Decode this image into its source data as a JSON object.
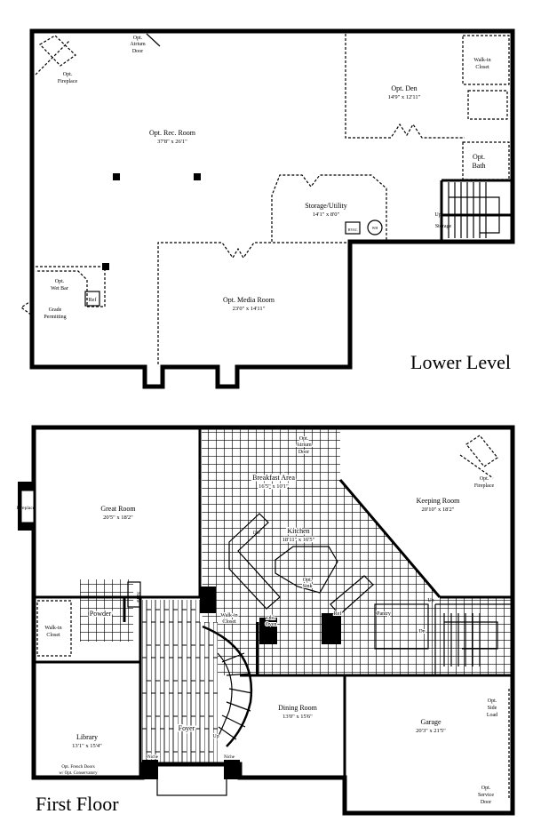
{
  "lower_level": {
    "title": "Lower Level",
    "rooms": [
      {
        "name": "Opt. Rec. Room",
        "dims": "37'8\" x 26'1\""
      },
      {
        "name": "Opt. Den",
        "dims": "14'9\" x 12'11\""
      },
      {
        "name": "Storage/Utility",
        "dims": "14'1\" x 8'0\""
      },
      {
        "name": "Opt. Media Room",
        "dims": "23'0\" x 14'11\""
      }
    ],
    "labels": {
      "atrium_door": [
        "Opt.",
        "Atrium",
        "Door"
      ],
      "fireplace": [
        "Opt.",
        "Fireplace"
      ],
      "walkin_closet": [
        "Walk-in",
        "Closet"
      ],
      "bath": [
        "Opt.",
        "Bath"
      ],
      "up": "Up",
      "storage": "Storage",
      "hvac": "HVAC",
      "wh": "WH",
      "wet_bar": [
        "Opt.",
        "Wet Bar"
      ],
      "ref": "Ref",
      "grade": [
        "Grade",
        "Permitting"
      ]
    }
  },
  "first_floor": {
    "title": "First Floor",
    "rooms": [
      {
        "name": "Great Room",
        "dims": "20'5\" x 18'2\""
      },
      {
        "name": "Breakfast Area",
        "dims": "16'5\" x 10'1\""
      },
      {
        "name": "Keeping Room",
        "dims": "20'10\" x 18'2\""
      },
      {
        "name": "Kitchen",
        "dims": "18'11\" x 16'5\""
      },
      {
        "name": "Library",
        "dims": "13'1\" x 15'4\""
      },
      {
        "name": "Dining Room",
        "dims": "13'0\" x 15'6\""
      },
      {
        "name": "Garage",
        "dims": "20'3\" x 21'5\""
      }
    ],
    "labels": {
      "fireplace": "Fireplace",
      "atrium_door": [
        "Opt.",
        "Atrium",
        "Door"
      ],
      "opt_fireplace": [
        "Opt.",
        "Fireplace"
      ],
      "dw": "DW",
      "sink": [
        "Opt.",
        "Sink"
      ],
      "walkin_closet_left": [
        "Walk-in",
        "Closet"
      ],
      "powder": "Powder",
      "niche": "Niche",
      "walkin_closet_mid": [
        "Walk-in",
        "Closet"
      ],
      "dbl_oven": [
        "Dbl.",
        "Oven"
      ],
      "ref": "Ref",
      "pantry": "Pantry",
      "up": "Up",
      "dn": "Dn",
      "foyer": "Foyer",
      "stair_up": "Up",
      "french_doors": [
        "Opt. French Doors",
        "w/ Opt. Conservatory"
      ],
      "niche_left": "Niche",
      "niche_right": "Niche",
      "side_load": [
        "Opt.",
        "Side",
        "Load"
      ],
      "service_door": [
        "Opt.",
        "Service",
        "Door"
      ]
    }
  }
}
